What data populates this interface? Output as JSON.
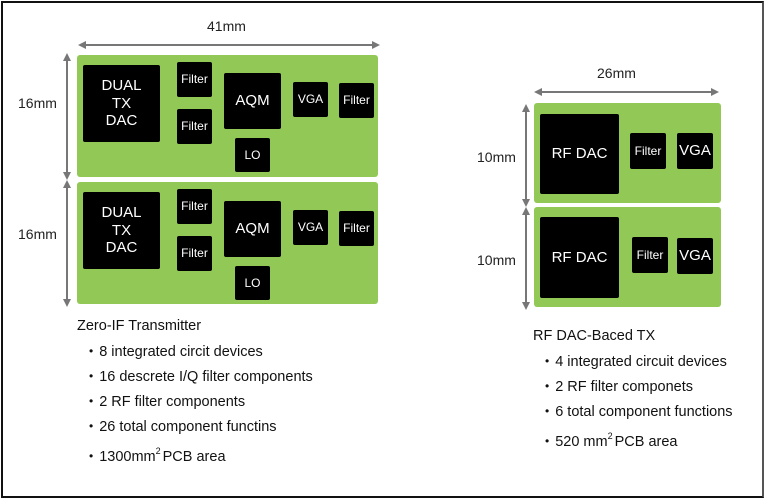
{
  "colors": {
    "board": "#92c856",
    "chip": "#000000",
    "chip_text": "#ffffff",
    "dimension_line": "#777777"
  },
  "left": {
    "width_label": "41mm",
    "boards": [
      {
        "height_label": "16mm",
        "chips": {
          "dac": [
            "DUAL",
            "TX",
            "DAC"
          ],
          "filter1": "Filter",
          "filter2": "Filter",
          "aqm": "AQM",
          "lo": "LO",
          "vga": "VGA",
          "filter3": "Filter"
        }
      },
      {
        "height_label": "16mm",
        "chips": {
          "dac": [
            "DUAL",
            "TX",
            "DAC"
          ],
          "filter1": "Filter",
          "filter2": "Filter",
          "aqm": "AQM",
          "lo": "LO",
          "vga": "VGA",
          "filter3": "Filter"
        }
      }
    ],
    "title": "Zero-IF Transmitter",
    "bullets": [
      "8 integrated circit devices",
      "16 descrete I/Q filter components",
      "2 RF filter components",
      "26 total component functins"
    ],
    "area_bullet": {
      "value": "1300mm",
      "sup": "2",
      "suffix": "PCB area"
    }
  },
  "right": {
    "width_label": "26mm",
    "boards": [
      {
        "height_label": "10mm",
        "chips": {
          "dac": "RF DAC",
          "filter": "Filter",
          "vga": "VGA"
        }
      },
      {
        "height_label": "10mm",
        "chips": {
          "dac": "RF DAC",
          "filter": "Filter",
          "vga": "VGA"
        }
      }
    ],
    "title": "RF DAC-Baced TX",
    "bullets": [
      "4 integrated circuit devices",
      "2 RF filter componets",
      "6 total component functions"
    ],
    "area_bullet": {
      "value": "520 mm",
      "sup": "2",
      "suffix": "PCB area"
    }
  }
}
